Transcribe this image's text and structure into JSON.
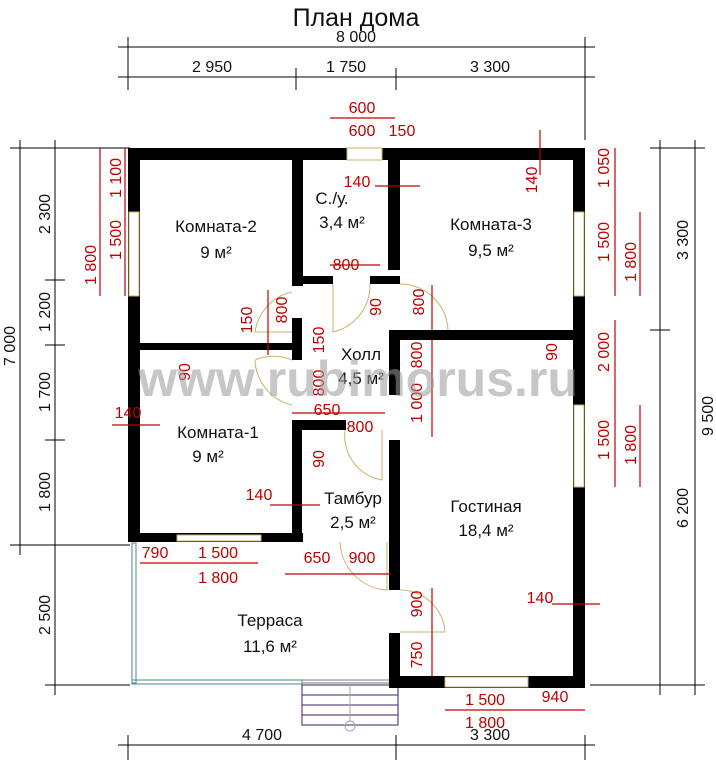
{
  "title": "План дома",
  "watermark": "www.rubimorus.ru",
  "overall_dims": {
    "top_total": "8 000",
    "top_segments": [
      "2 950",
      "1 750",
      "3 300"
    ],
    "left_total": "7 000",
    "left_segments": [
      "2 300",
      "1 200",
      "1 700",
      "1 800",
      "2 500"
    ],
    "right_segments": [
      "3 300",
      "6 200"
    ],
    "right_total": "9 500",
    "bottom_segments": [
      "4 700",
      "3 300"
    ]
  },
  "rooms": [
    {
      "name": "Комната-2",
      "area": "9 м²"
    },
    {
      "name": "С./у.",
      "area": "3,4 м²"
    },
    {
      "name": "Комната-3",
      "area": "9,5 м²"
    },
    {
      "name": "Холл",
      "area": "4,5 м²"
    },
    {
      "name": "Комната-1",
      "area": "9 м²"
    },
    {
      "name": "Тамбур",
      "area": "2,5 м²"
    },
    {
      "name": "Гостиная",
      "area": "18,4 м²"
    },
    {
      "name": "Терраса",
      "area": "11,6 м²"
    }
  ],
  "detail_dims": [
    "600",
    "600",
    "150",
    "140",
    "140",
    "1 100",
    "1 500",
    "1 800",
    "1 050",
    "1 500",
    "1 800",
    "2 000",
    "1 500",
    "1 800",
    "800",
    "90",
    "800",
    "150",
    "800",
    "90",
    "90",
    "150",
    "800",
    "650",
    "800",
    "1 000",
    "800",
    "90",
    "140",
    "140",
    "790",
    "1 500",
    "1 800",
    "650",
    "900",
    "900",
    "750",
    "140",
    "1 500",
    "1 800",
    "940"
  ],
  "colors": {
    "walls": "#000000",
    "dimensions": "#c00000",
    "windows": "#c9b36a",
    "terrace_rail": "#4a8a8a"
  }
}
